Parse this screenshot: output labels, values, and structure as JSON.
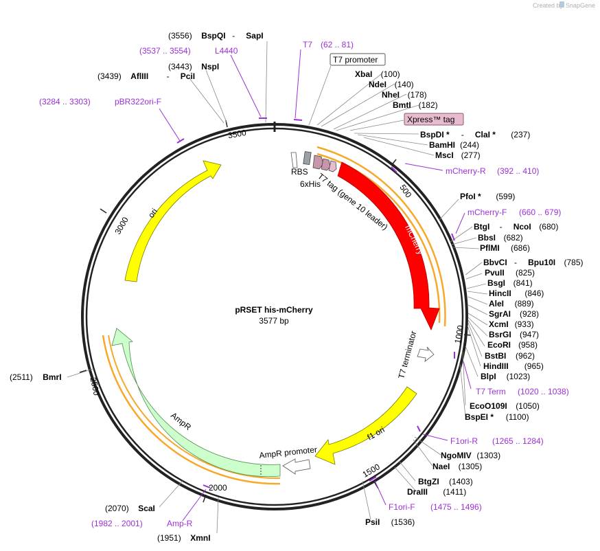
{
  "header": {
    "created_by": "Created by",
    "brand": "SnapGene"
  },
  "plasmid": {
    "name": "pRSET his-mCherry",
    "length_label": "3577 bp",
    "length": 3577
  },
  "ticks": [
    "500",
    "1000",
    "1500",
    "2000",
    "2500",
    "3000",
    "3500"
  ],
  "features": [
    {
      "label": "mCherry",
      "type": "cds",
      "color": "#ff0000"
    },
    {
      "label": "ori",
      "type": "rep_origin",
      "color": "#ffff00"
    },
    {
      "label": "AmpR",
      "type": "cds",
      "color": "#ccffcc"
    },
    {
      "label": "f1 ori",
      "type": "rep_origin",
      "color": "#ffff00"
    },
    {
      "label": "AmpR promoter",
      "type": "promoter",
      "color": "#ffffff"
    },
    {
      "label": "T7 terminator",
      "type": "terminator",
      "color": "#ffffff"
    },
    {
      "label": "T7 tag (gene 10 leader)",
      "type": "tag",
      "color": "#c896aa"
    },
    {
      "label": "6xHis",
      "type": "tag",
      "color": "#c896aa"
    },
    {
      "label": "RBS",
      "type": "rbs",
      "color": "#c8c8c8"
    },
    {
      "label": "T7 promoter",
      "type": "promoter",
      "color": "#ffffff"
    },
    {
      "label": "Xpress™ tag",
      "type": "tag",
      "color": "#e8bcd0"
    }
  ],
  "primers": [
    {
      "name": "T7",
      "range": "(62 .. 81)"
    },
    {
      "name": "L4440",
      "range": "(3537 .. 3554)"
    },
    {
      "name": "pBR322ori-F",
      "range": "(3284 .. 3303)"
    },
    {
      "name": "mCherry-R",
      "range": "(392 .. 410)"
    },
    {
      "name": "mCherry-F",
      "range": "(660 .. 679)"
    },
    {
      "name": "T7 Term",
      "range": "(1020 .. 1038)"
    },
    {
      "name": "F1ori-R",
      "range": "(1265 .. 1284)"
    },
    {
      "name": "F1ori-F",
      "range": "(1475 .. 1496)"
    },
    {
      "name": "Amp-R",
      "range": "(1982 .. 2001)"
    }
  ],
  "sites": [
    {
      "name": "BspQI",
      "name2": "SapI",
      "pos": "(3556)"
    },
    {
      "name": "NspI",
      "pos": "(3443)"
    },
    {
      "name": "AflIII",
      "name2": "PciI",
      "pos": "(3439)"
    },
    {
      "name": "XbaI",
      "pos": "(100)"
    },
    {
      "name": "NdeI",
      "pos": "(140)"
    },
    {
      "name": "NheI",
      "pos": "(178)"
    },
    {
      "name": "BmtI",
      "pos": "(182)"
    },
    {
      "name": "BspDI *",
      "name2": "ClaI *",
      "pos": "(237)"
    },
    {
      "name": "BamHI",
      "pos": "(244)"
    },
    {
      "name": "MscI",
      "pos": "(277)"
    },
    {
      "name": "PfoI *",
      "pos": "(599)"
    },
    {
      "name": "BtgI",
      "name2": "NcoI",
      "pos": "(680)"
    },
    {
      "name": "BbsI",
      "pos": "(682)"
    },
    {
      "name": "PflMI",
      "pos": "(686)"
    },
    {
      "name": "BbvCI",
      "name2": "Bpu10I",
      "pos": "(785)"
    },
    {
      "name": "PvuII",
      "pos": "(825)"
    },
    {
      "name": "BsgI",
      "pos": "(841)"
    },
    {
      "name": "HincII",
      "pos": "(846)"
    },
    {
      "name": "AleI",
      "pos": "(889)"
    },
    {
      "name": "SgrAI",
      "pos": "(928)"
    },
    {
      "name": "XcmI",
      "pos": "(933)"
    },
    {
      "name": "BsrGI",
      "pos": "(947)"
    },
    {
      "name": "EcoRI",
      "pos": "(958)"
    },
    {
      "name": "BstBI",
      "pos": "(962)"
    },
    {
      "name": "HindIII",
      "pos": "(965)"
    },
    {
      "name": "BlpI",
      "pos": "(1023)"
    },
    {
      "name": "EcoO109I",
      "pos": "(1050)"
    },
    {
      "name": "BspEI *",
      "pos": "(1100)"
    },
    {
      "name": "NgoMIV",
      "pos": "(1303)"
    },
    {
      "name": "NaeI",
      "pos": "(1305)"
    },
    {
      "name": "BtgZI",
      "pos": "(1403)"
    },
    {
      "name": "DraIII",
      "pos": "(1411)"
    },
    {
      "name": "PsiI",
      "pos": "(1536)"
    },
    {
      "name": "ScaI",
      "pos": "(2070)"
    },
    {
      "name": "XmnI",
      "pos": "(1951)"
    },
    {
      "name": "BmrI",
      "pos": "(2511)"
    }
  ]
}
